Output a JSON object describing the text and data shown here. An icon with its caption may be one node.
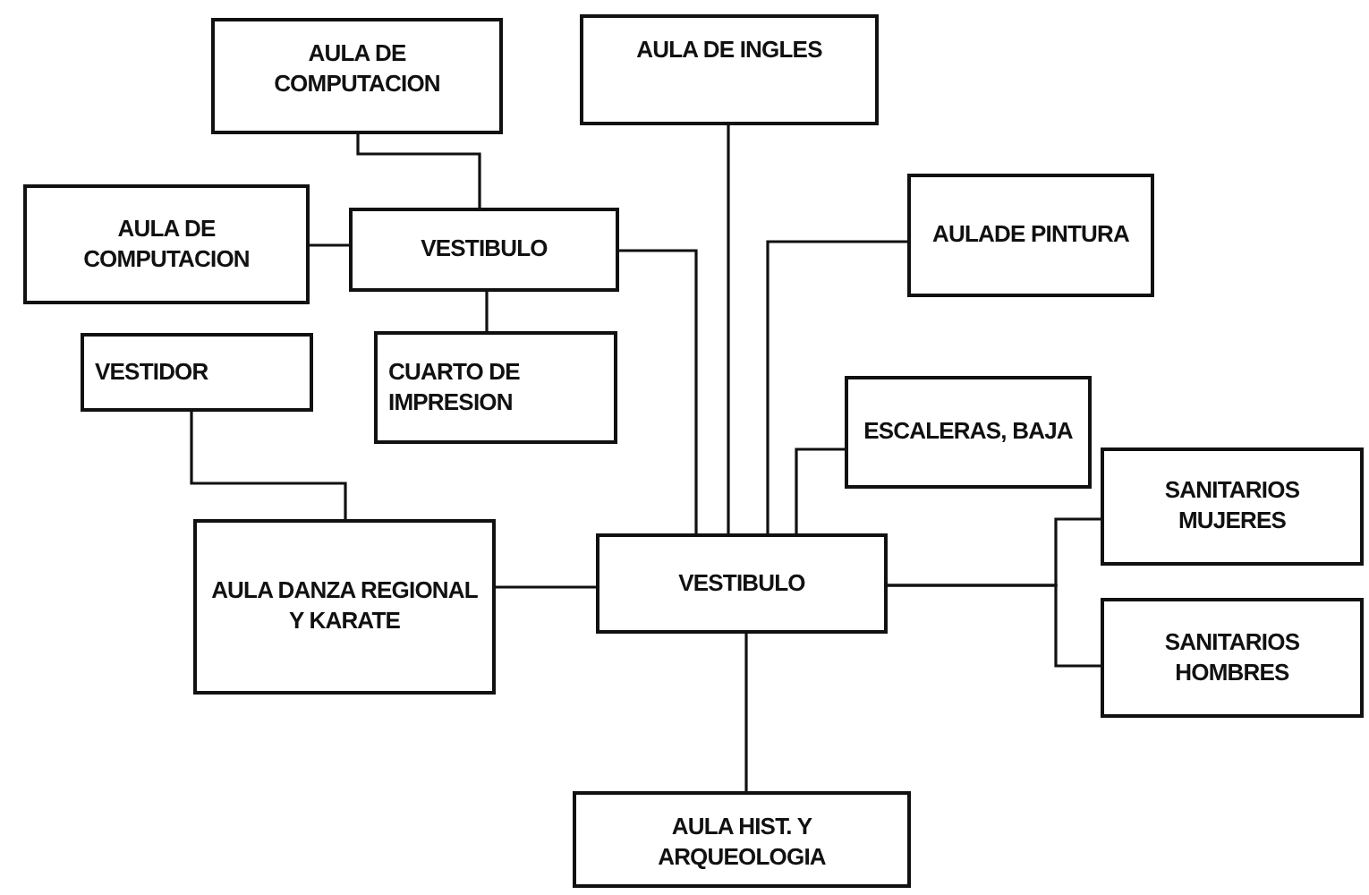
{
  "diagram": {
    "nodes": [
      {
        "text": [
          "AULA DE COMPUTACION"
        ]
      },
      {
        "text": [
          "AULA DE INGLES"
        ]
      },
      {
        "text": [
          "AULA DE COMPUTACION"
        ]
      },
      {
        "text": [
          "VESTIBULO"
        ]
      },
      {
        "text": [
          "AULADE PINTURA"
        ]
      },
      {
        "text": [
          "VESTIDOR"
        ]
      },
      {
        "text": [
          "CUARTO DE IMPRESION"
        ]
      },
      {
        "text": [
          "ESCALERAS, BAJA"
        ]
      },
      {
        "text": [
          "SANITARIOS MUJERES"
        ]
      },
      {
        "text": [
          "AULA DANZA REGIONAL Y KARATE"
        ]
      },
      {
        "text": [
          "VESTIBULO"
        ]
      },
      {
        "text": [
          "SANITARIOS HOMBRES"
        ]
      },
      {
        "text": [
          "AULA HIST. Y ARQUEOLOGIA"
        ]
      }
    ],
    "edges": [
      {
        "from": 0,
        "to": 3,
        "arrow": "none"
      },
      {
        "from": 2,
        "to": 3,
        "arrow": "none"
      },
      {
        "from": 3,
        "to": 6,
        "arrow": "none"
      },
      {
        "from": 3,
        "to": 10,
        "arrow": "none"
      },
      {
        "from": 1,
        "to": 10,
        "arrow": "none"
      },
      {
        "from": 4,
        "to": 10,
        "arrow": "none"
      },
      {
        "from": 7,
        "to": 10,
        "arrow": "none"
      },
      {
        "from": 5,
        "to": 9,
        "arrow": "none"
      },
      {
        "from": 9,
        "to": 10,
        "arrow": "none"
      },
      {
        "from": 10,
        "to": 8,
        "arrow": "none"
      },
      {
        "from": 10,
        "to": 11,
        "arrow": "none"
      },
      {
        "from": 10,
        "to": 12,
        "arrow": "none"
      }
    ]
  }
}
